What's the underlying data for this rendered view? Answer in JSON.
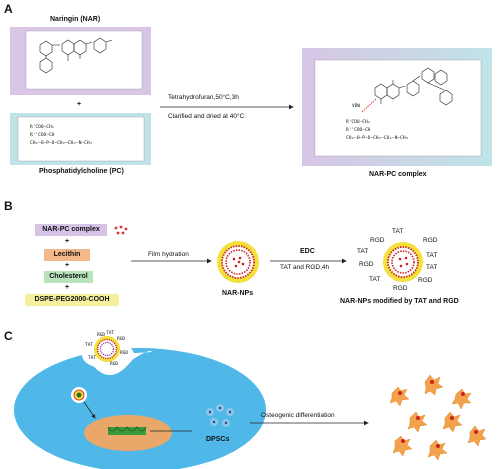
{
  "panels": {
    "a": "A",
    "b": "B",
    "c": "C"
  },
  "panel_a": {
    "naringin_title": "Naringin (NAR)",
    "plus": "+",
    "pc_title": "Phosphatidylcholine (PC)",
    "condition_1": "Tetrahydrofuran,50°C,3h",
    "condition_2": "Clarified and dried at 40°C",
    "product_title": "NAR-PC complex",
    "pc_formula_lines": [
      "R'COO—CH₂",
      "R''COO—CH",
      "CH₂—O—P—O—CH₂—CH₂—N—CH₃"
    ],
    "complex_formula_lines": [
      "R'COO—CH₂",
      "R''COO—CH",
      "CH₂—O—P—O—CH₂—CH₂—N—CH₃"
    ],
    "vdw_label": "VDW"
  },
  "panel_b": {
    "ingredients": [
      "NAR-PC complex",
      "Lecithin",
      "Cholesterol",
      "DSPE-PEG2000-COOH"
    ],
    "plus": "+",
    "step1": "Film hydration",
    "np_label": "NAR-NPs",
    "step2_top": "EDC",
    "step2_bottom": "TAT and RGD,4h",
    "modified_label": "NAR-NPs modified by TAT and RGD",
    "ligands": [
      "TAT",
      "RGD",
      "TAT",
      "RGD",
      "TAT",
      "RGD",
      "TAT",
      "RGD",
      "TAT",
      "RGD"
    ]
  },
  "panel_c": {
    "cells_label": "DPSCs",
    "process": "Osteogenic differentiation",
    "ligands": [
      "RGD",
      "TAT",
      "RGD",
      "TAT",
      "RGD",
      "TAT",
      "RGD"
    ]
  },
  "colors": {
    "naringin_box": "#d9c6e6",
    "pc_box": "#bfe3e6",
    "complex_box_left": "#d7c5e5",
    "complex_box_right": "#bfe4e7",
    "pill_narpc": "#d6c3e6",
    "pill_lecithin": "#f3b98a",
    "pill_cholesterol": "#b8e3bc",
    "pill_dspe": "#f4f0a0",
    "cell": "#4fb8e8",
    "nucleus": "#e9a86a",
    "shell_yellow": "#f3e03a",
    "core_red": "#cc2222",
    "dpsc_blue": "#8fc4e8",
    "osteo_orange": "#f2a24a"
  }
}
